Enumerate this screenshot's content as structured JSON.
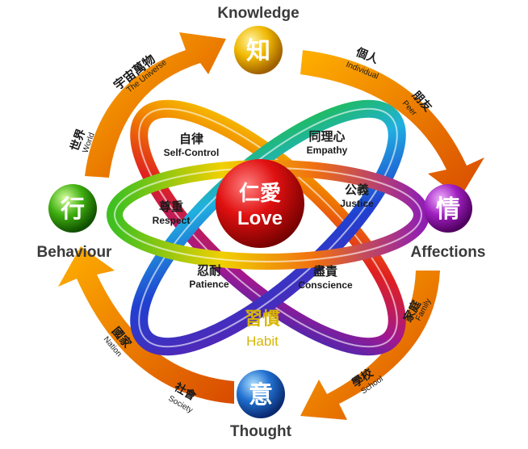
{
  "nodes": {
    "top": {
      "char": "知",
      "label": "Knowledge",
      "color": "#e8a000"
    },
    "right": {
      "char": "情",
      "label": "Affections",
      "color": "#8a1aa8"
    },
    "bottom": {
      "char": "意",
      "label": "Thought",
      "color": "#1a5fb0"
    },
    "left": {
      "char": "行",
      "label": "Behaviour",
      "color": "#3a9a10"
    }
  },
  "center": {
    "zh": "仁愛",
    "en": "Love"
  },
  "values": [
    {
      "zh": "自律",
      "en": "Self-Control"
    },
    {
      "zh": "同理心",
      "en": "Empathy"
    },
    {
      "zh": "尊重",
      "en": "Respect"
    },
    {
      "zh": "公義",
      "en": "Justice"
    },
    {
      "zh": "忍耐",
      "en": "Patience"
    },
    {
      "zh": "盡責",
      "en": "Conscience"
    }
  ],
  "habit": {
    "zh": "習慣",
    "en": "Habit",
    "color": "#d8b500"
  },
  "arrows": {
    "top_right": {
      "zh1": "個人",
      "en1": "Individual",
      "zh2": "朋友",
      "en2": "Peer"
    },
    "bottom_right": {
      "zh1": "家庭",
      "en1": "Family",
      "zh2": "學校",
      "en2": "School"
    },
    "bottom_left": {
      "zh1": "社會",
      "en1": "Society",
      "zh2": "國家",
      "en2": "Nation"
    },
    "top_left": {
      "zh1": "世界",
      "en1": "World",
      "zh2": "宇宙萬物",
      "en2": "The Universe"
    }
  },
  "colors": {
    "arrow_dark": "#d84a00",
    "arrow_light": "#ffb000"
  }
}
